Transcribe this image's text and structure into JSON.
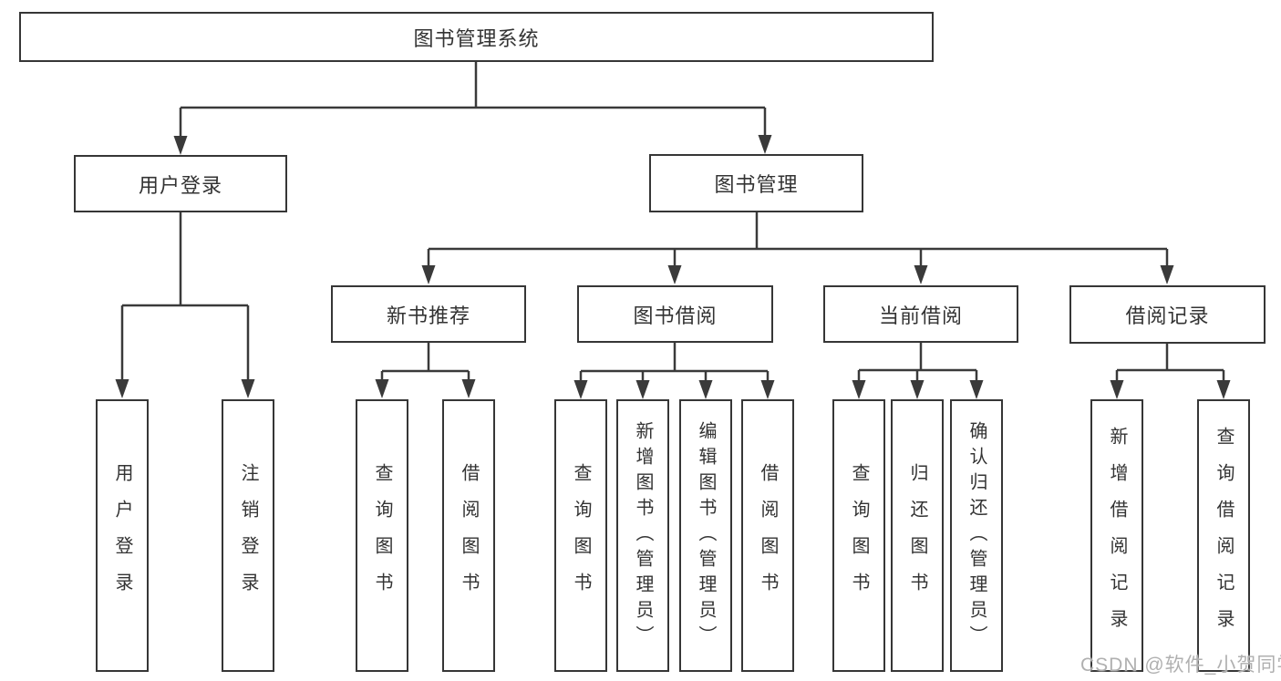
{
  "diagram_title": "图书管理系统",
  "colors": {
    "line": "#3a3a3a",
    "box_border": "#363636",
    "text": "#333333",
    "watermark": "#b0b0b0",
    "background": "#ffffff"
  },
  "nodes": {
    "root": "图书管理系统",
    "level2": {
      "user_login": "用户登录",
      "book_mgmt": "图书管理"
    },
    "level3": {
      "new_book": "新书推荐",
      "book_borrow": "图书借阅",
      "current_borrow": "当前借阅",
      "borrow_record": "借阅记录"
    },
    "leaves": {
      "user_login": [
        "用户登录",
        "注销登录"
      ],
      "new_book": [
        "查询图书",
        "借阅图书"
      ],
      "book_borrow": [
        "查询图书",
        "新增图书（管理员）",
        "编辑图书（管理员）",
        "借阅图书"
      ],
      "current_borrow": [
        "查询图书",
        "归还图书",
        "确认归还（管理员）"
      ],
      "borrow_record": [
        "新增借阅记录",
        "查询借阅记录"
      ]
    }
  },
  "watermark": {
    "text": "CSDN @软件_小贺同学"
  }
}
